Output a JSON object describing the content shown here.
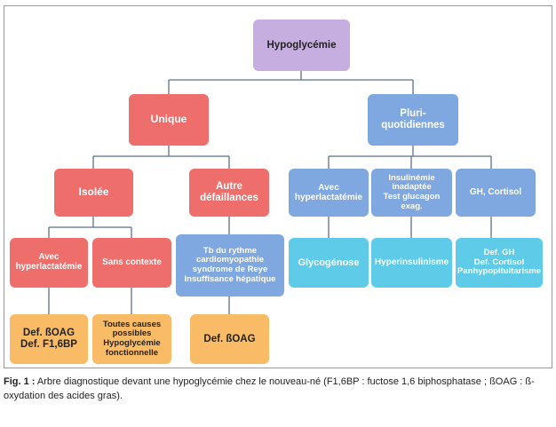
{
  "diagram": {
    "colors": {
      "root": "#c7aee0",
      "unique_branch": "#ee6e6b",
      "pluri_branch": "#7ea8df",
      "diagnosis_blue": "#5ecbe9",
      "diagnosis_orange": "#f9bb66",
      "connector": "#5d7087"
    },
    "root": "Hypoglycémie",
    "unique": "Unique",
    "pluri": "Pluri-\nquotidiennes",
    "isolee": "Isolée",
    "autre_defaillances": "Autre\ndéfaillances",
    "avec_hyperlactatemie_left": "Avec\nhyperlactatémie",
    "sans_contexte": "Sans contexte",
    "tb_rythme": "Tb du rythme\ncardiomyopathie\nsyndrome de Reye\nInsuffisance hépatique",
    "def_boag_f16bp": "Def. ßOAG\nDef. F1,6BP",
    "toutes_causes": "Toutes causes\npossibles\nHypoglycémie\nfonctionnelle",
    "def_boag": "Def. ßOAG",
    "avec_hyperlactatemie_right": "Avec\nhyperlactatémie",
    "insulinemie": "Insulinémie\ninadaptée\nTest glucagon\nexag.",
    "gh_cortisol": "GH, Cortisol",
    "glycogenose": "Glycogénose",
    "hyperinsulinisme": "Hyperinsulinisme",
    "def_gh_cortisol": "Def. GH\nDef. Cortisol\nPanhypopituitarisme"
  },
  "caption": {
    "label": "Fig. 1 :",
    "text": " Arbre diagnostique devant une hypoglycémie chez le nouveau-né (F1,6BP : fuctose 1,6 biphosphatase ; ßOAG : ß-oxydation des acides gras)."
  }
}
